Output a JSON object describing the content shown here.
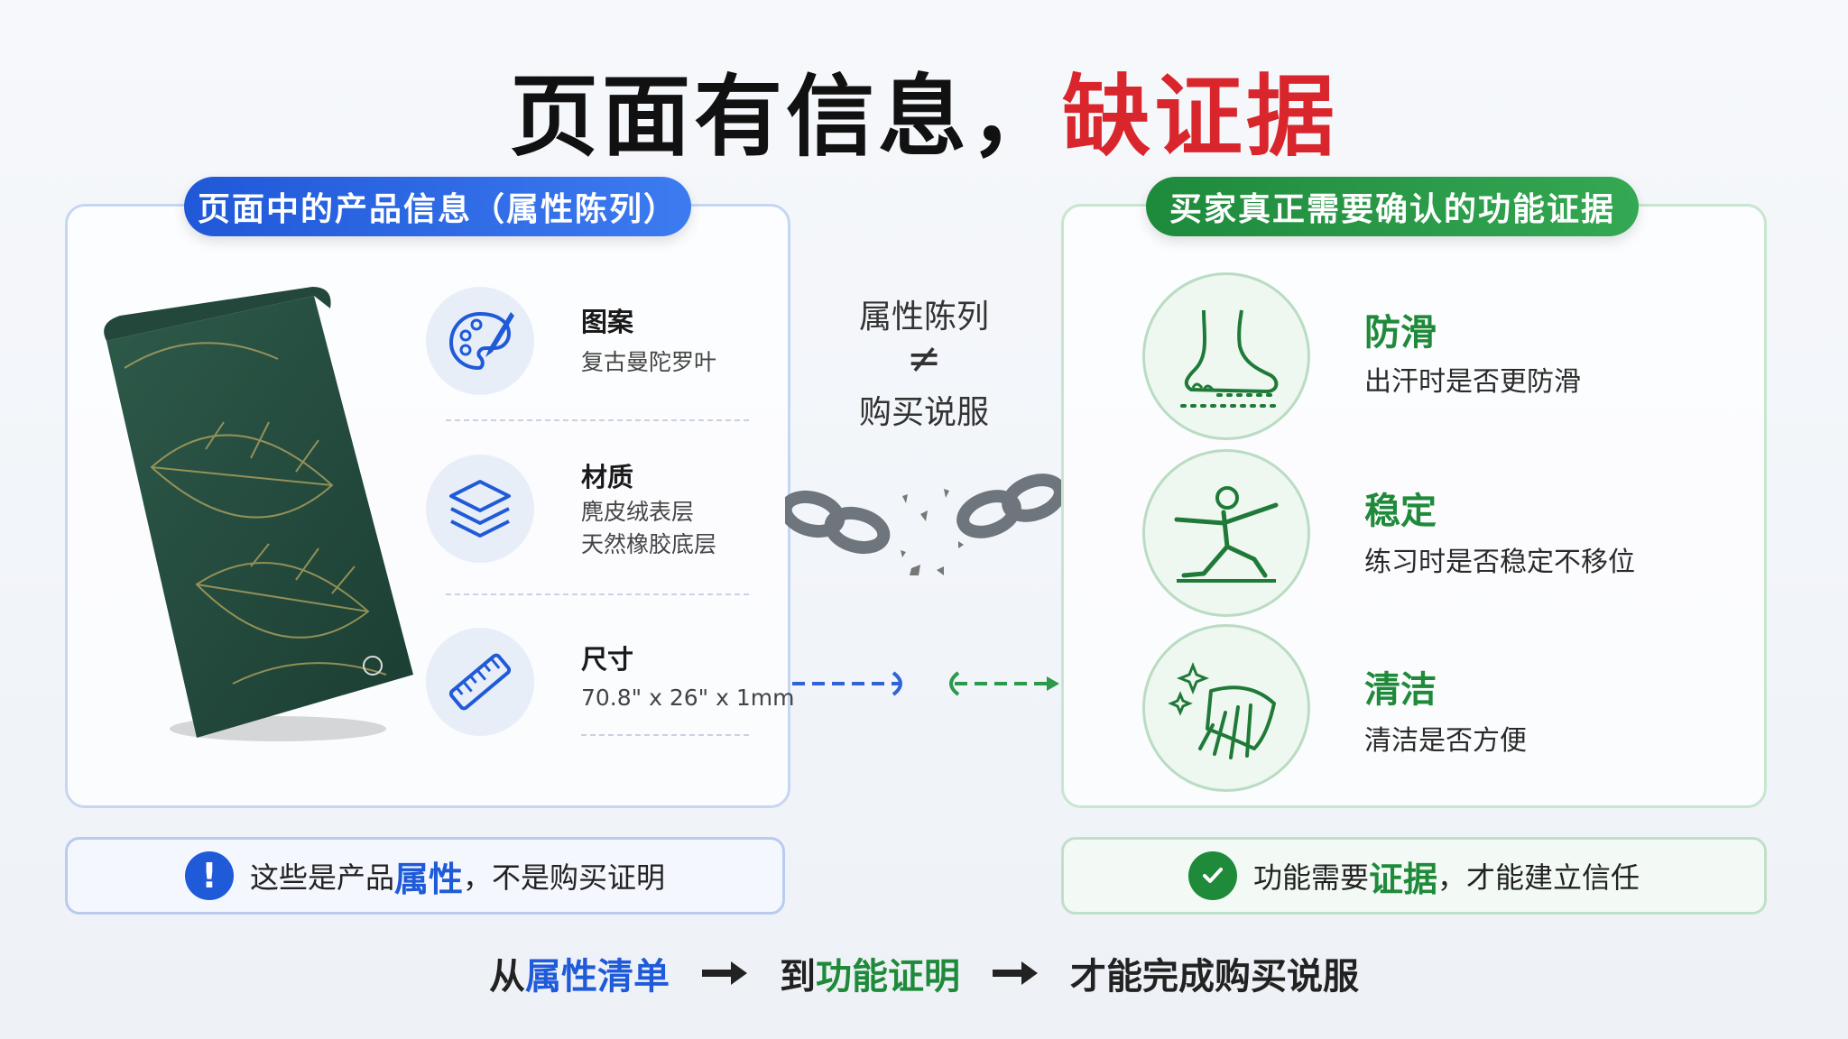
{
  "title": {
    "main": "页面有信息，",
    "highlight": "缺证据"
  },
  "left": {
    "header": "页面中的产品信息（属性陈列）",
    "attrs": [
      {
        "title": "图案",
        "value": "复古曼陀罗叶",
        "icon": "palette-icon"
      },
      {
        "title": "材质",
        "value": "麂皮绒表层",
        "value2": "天然橡胶底层",
        "icon": "layers-icon"
      },
      {
        "title": "尺寸",
        "value": "70.8\" x 26\" x 1mm",
        "icon": "ruler-icon"
      }
    ],
    "bar": {
      "pre": "这些是产品",
      "em": "属性",
      "post": "，不是购买证明"
    }
  },
  "middle": {
    "line1": "属性陈列",
    "neq": "≠",
    "line2": "购买说服"
  },
  "right": {
    "header": "买家真正需要确认的功能证据",
    "functions": [
      {
        "title": "防滑",
        "desc": "出汗时是否更防滑",
        "icon": "foot-icon"
      },
      {
        "title": "稳定",
        "desc": "练习时是否稳定不移位",
        "icon": "yoga-pose-icon"
      },
      {
        "title": "清洁",
        "desc": "清洁是否方便",
        "icon": "wipe-hand-icon"
      }
    ],
    "bar": {
      "pre": "功能需要",
      "em": "证据",
      "post": "，才能建立信任"
    }
  },
  "bottom": {
    "p1": "从",
    "p1em": "属性清单",
    "p2": "到",
    "p2em": "功能证明",
    "p3": "才能完成购买说服"
  },
  "colors": {
    "red": "#d9262c",
    "blue": "#1f5ad8",
    "green": "#1f8a3a"
  }
}
